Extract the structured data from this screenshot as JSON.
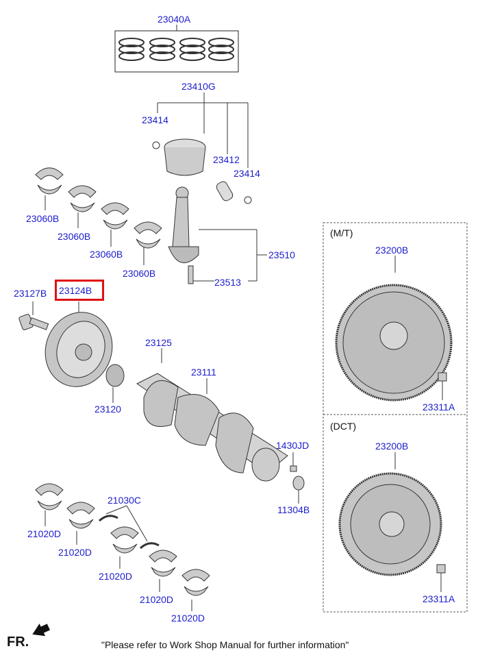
{
  "labels": {
    "p23040A": "23040A",
    "p23410G": "23410G",
    "p23414a": "23414",
    "p23412": "23412",
    "p23414b": "23414",
    "p23060B_1": "23060B",
    "p23060B_2": "23060B",
    "p23060B_3": "23060B",
    "p23060B_4": "23060B",
    "p23510": "23510",
    "p23513": "23513",
    "p23127B": "23127B",
    "p23124B": "23124B",
    "p23125": "23125",
    "p23111": "23111",
    "p23120": "23120",
    "p1430JD": "1430JD",
    "p11304B": "11304B",
    "p21030C": "21030C",
    "p21020D_1": "21020D",
    "p21020D_2": "21020D",
    "p21020D_3": "21020D",
    "p21020D_4": "21020D",
    "p21020D_5": "21020D",
    "mt_23200B": "23200B",
    "mt_23311A": "23311A",
    "dct_23200B": "23200B",
    "dct_23311A": "23311A"
  },
  "sections": {
    "mt": "(M/T)",
    "dct": "(DCT)"
  },
  "footer": {
    "fr": "FR.",
    "note": "\"Please refer to Work Shop Manual for further information\""
  },
  "colors": {
    "label": "#1c1ccc",
    "highlight": "#e01010",
    "part": "#b8b8b8"
  }
}
